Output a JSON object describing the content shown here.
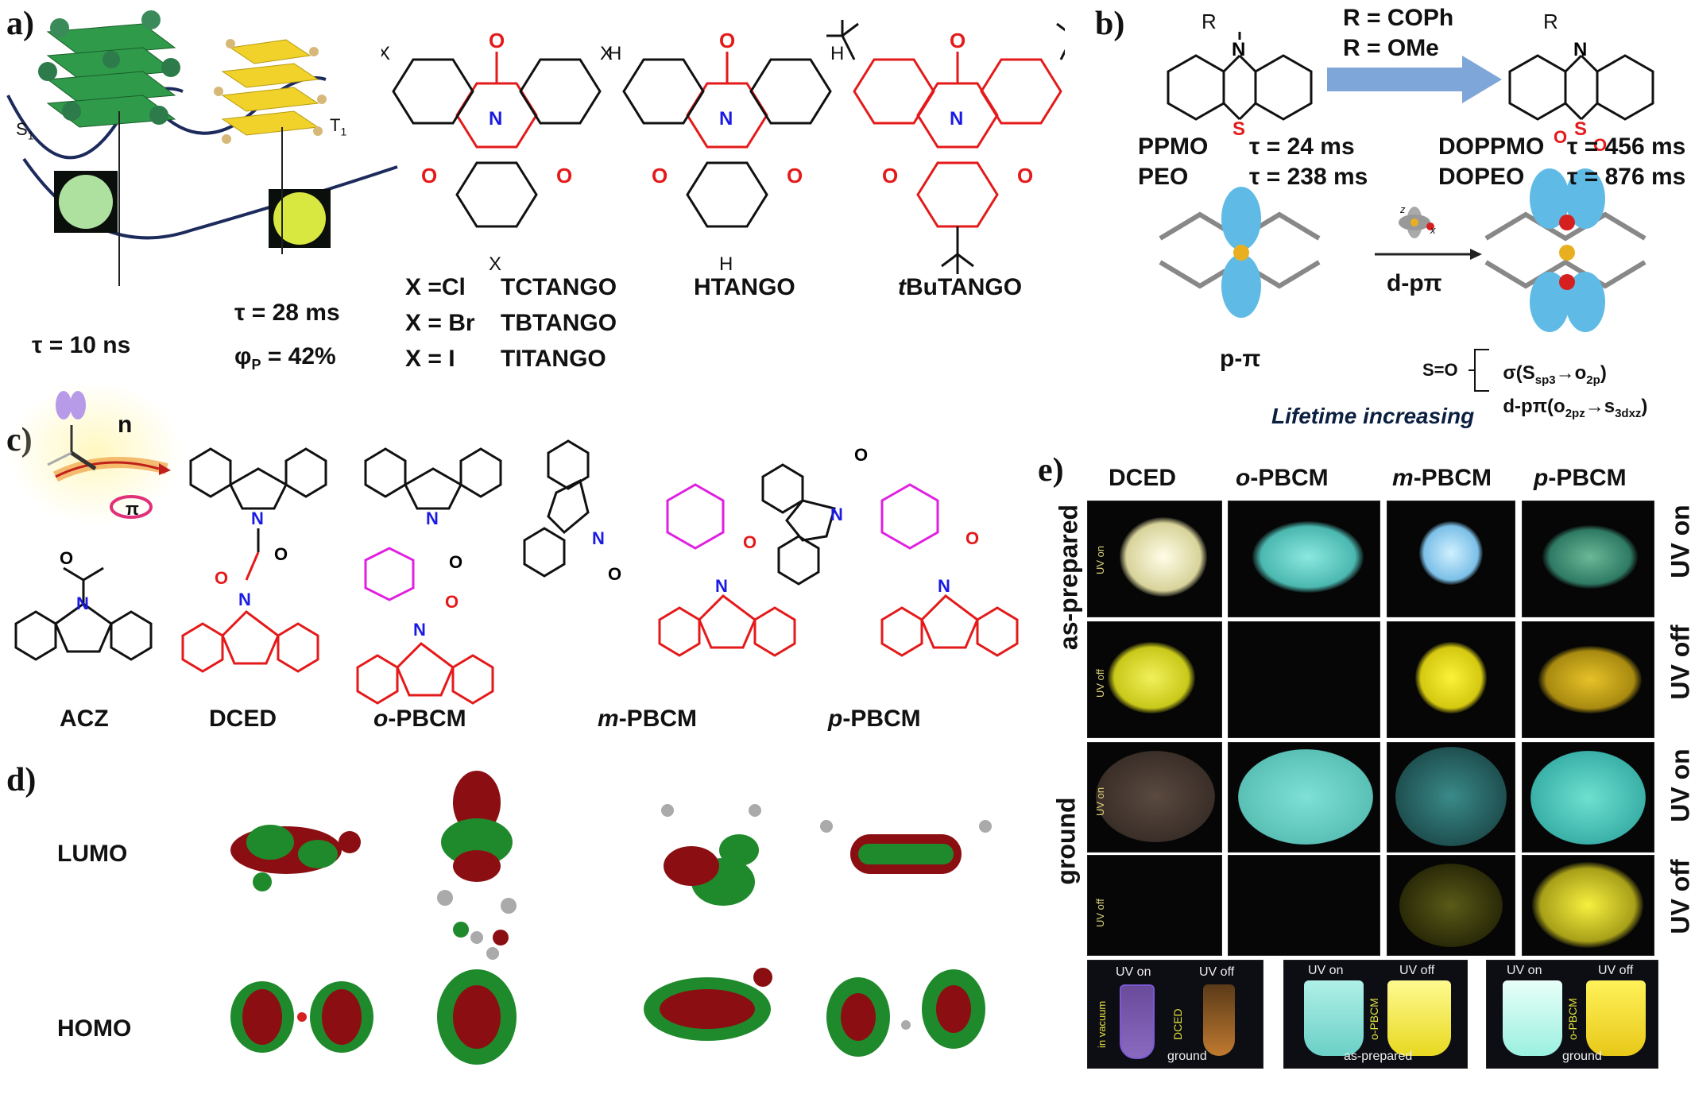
{
  "panel_a": {
    "letter": "a)",
    "s1": "S",
    "s1_sub": "1",
    "t1": "T",
    "t1_sub": "1",
    "tau_fluor": "τ = 10 ns",
    "tau_phos": "τ = 28 ms",
    "phi_p": "φ",
    "phi_p_sub": "P",
    "phi_p_val": " = 42%",
    "mol1_x_label": "X",
    "mol2_h_label": "H",
    "table_rows": [
      {
        "x": "X =Cl",
        "name": "TCTANGO"
      },
      {
        "x": "X = Br",
        "name": "TBTANGO"
      },
      {
        "x": "X = I",
        "name": "TITANGO"
      }
    ],
    "htango": "HTANGO",
    "tbutango_italic": "t",
    "tbutango_rest": "BuTANGO"
  },
  "panel_b": {
    "letter": "b)",
    "r_label": "R",
    "r1": "R = COPh",
    "r2": "R = OMe",
    "ppmo": "PPMO",
    "ppmo_tau": "τ = 24 ms",
    "peo": "PEO",
    "peo_tau": "τ = 238 ms",
    "doppmo": "DOPPMO",
    "doppmo_tau": "τ = 456 ms",
    "dopeo": "DOPEO",
    "dopeo_tau": "τ = 876 ms",
    "dppi": "d-pπ",
    "ppi": "p-π",
    "so": "S=O",
    "sigma": "σ(S",
    "sigma_sub1": "sp3",
    "sigma_arrow": "→o",
    "sigma_sub2": "2p",
    "sigma_end": ")",
    "dppi2": "d-pπ(o",
    "dppi2_sub1": "2pz",
    "dppi2_arrow": "→s",
    "dppi2_sub2": "3dxz",
    "dppi2_end": ")",
    "lifetime": "Lifetime increasing",
    "axis_z": "z",
    "axis_x": "x"
  },
  "panel_c": {
    "letter": "c)",
    "n_label": "n",
    "pi_label": "π",
    "molecules": [
      "ACZ",
      "DCED",
      "o-PBCM",
      "m-PBCM",
      "p-PBCM"
    ],
    "mol_prefix": [
      "",
      "",
      "o",
      "m",
      "p"
    ],
    "mol_suffix": [
      "ACZ",
      "DCED",
      "-PBCM",
      "-PBCM",
      "-PBCM"
    ]
  },
  "panel_d": {
    "letter": "d)",
    "lumo": "LUMO",
    "homo": "HOMO"
  },
  "panel_e": {
    "letter": "e)",
    "col_headers": [
      {
        "prefix": "",
        "rest": "DCED"
      },
      {
        "prefix": "o",
        "rest": "-PBCM"
      },
      {
        "prefix": "m",
        "rest": "-PBCM"
      },
      {
        "prefix": "p",
        "rest": "-PBCM"
      }
    ],
    "row_left_1": "as-prepared",
    "row_left_2": "ground",
    "row_right": [
      "UV on",
      "UV off",
      "UV on",
      "UV off"
    ],
    "photo_tags": [
      "UV on",
      "UV off",
      "UV on",
      "UV off"
    ],
    "vial1": {
      "uv_on": "UV on",
      "uv_off": "UV off",
      "side": "in vacuum",
      "mid": "DCED",
      "bottom": "ground"
    },
    "vial2": {
      "uv_on": "UV on",
      "uv_off": "UV off",
      "mid": "o-PBCM",
      "bottom": "as-prepared"
    },
    "vial3": {
      "uv_on": "UV on",
      "uv_off": "UV off",
      "mid": "o-PBCM",
      "bottom": "ground"
    }
  },
  "colors": {
    "red": "#e41a1a",
    "blue": "#1a1ae4",
    "magenta": "#e020e0",
    "cyan_glow": "#7fe0d0",
    "yellow_glow": "#e8e030",
    "orbital_red": "#8b0f12",
    "orbital_green": "#1f8a2c"
  }
}
